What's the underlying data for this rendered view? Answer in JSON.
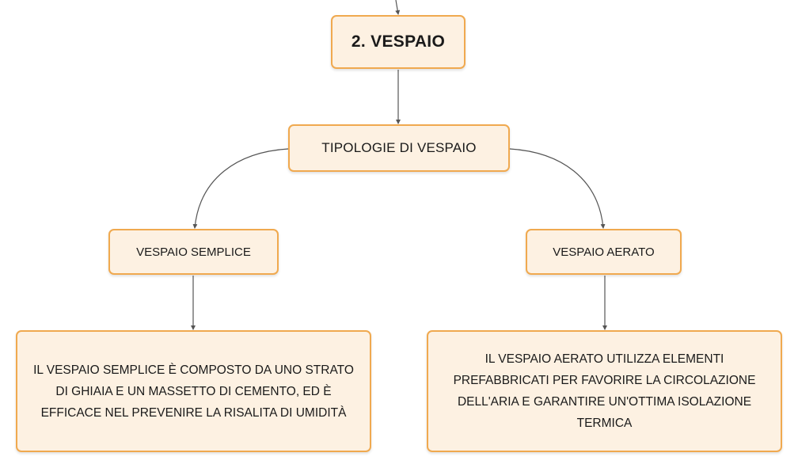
{
  "diagram": {
    "nodes": {
      "root": "2. VESPAIO",
      "types": "TIPOLOGIE DI VESPAIO",
      "simple": "VESPAIO SEMPLICE",
      "aerated": "VESPAIO AERATO",
      "simple_desc": "IL VESPAIO SEMPLICE È COMPOSTO DA UNO STRATO DI GHIAIA E UN MASSETTO DI CEMENTO, ED È EFFICACE NEL PREVENIRE LA RISALITA DI UMIDITÀ",
      "aerated_desc": "IL VESPAIO AERATO UTILIZZA ELEMENTI PREFABBRICATI PER FAVORIRE LA CIRCOLAZIONE DELL'ARIA E GARANTIRE UN'OTTIMA ISOLAZIONE TERMICA"
    },
    "edges": [
      {
        "from": "root",
        "to": "types"
      },
      {
        "from": "types",
        "to": "simple"
      },
      {
        "from": "types",
        "to": "aerated"
      },
      {
        "from": "simple",
        "to": "simple_desc"
      },
      {
        "from": "aerated",
        "to": "aerated_desc"
      }
    ],
    "colors": {
      "node_fill": "#fdf1e2",
      "node_border": "#f0a94f",
      "connector": "#555555",
      "text": "#1a1a1a"
    }
  }
}
